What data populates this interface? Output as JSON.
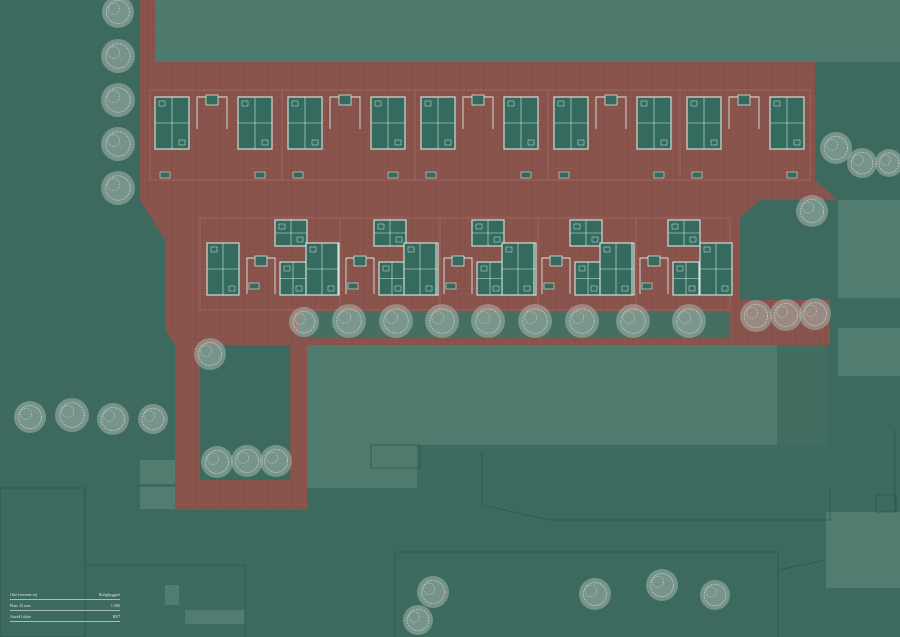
{
  "colors": {
    "ground": "#3d6a5e",
    "lawn": "#4a776b",
    "pale_field": "#5b8575",
    "paving": "#87524a",
    "paving_grid": "#9a635a",
    "house_fill": "#356a5e",
    "house_line": "#d9e6e0",
    "tree": "#a7b6b0",
    "linework": "#2c5247"
  },
  "icons": {
    "tree": "tree-icon",
    "house": "house-plan-icon"
  },
  "title_block": [
    {
      "left": "Otto Iversens vej",
      "right": "Boligbyggeri"
    },
    {
      "left": "Plan: 43   mas",
      "right": "1:300"
    },
    {
      "left": "Astrid Lykke",
      "right": "BE7"
    }
  ]
}
